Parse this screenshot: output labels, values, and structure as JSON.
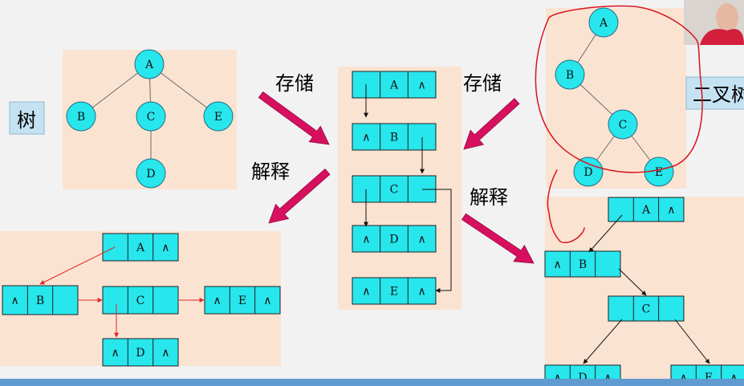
{
  "colors": {
    "background": "#f2f2f2",
    "panel": "#fbe3d2",
    "node_fill": "#27e6ec",
    "node_stroke": "#1f6f86",
    "arrow_pink": "#d6105e",
    "red_link": "#e0262a",
    "annotation_red": "#d8141c",
    "label_box": "#c4e2f1"
  },
  "labels": {
    "tree": "树",
    "binary_tree": "二叉树",
    "store_left": "存储",
    "store_right": "存储",
    "interpret_left": "解释",
    "interpret_right": "解释"
  },
  "tree": {
    "nodes": [
      "A",
      "B",
      "C",
      "E",
      "D"
    ]
  },
  "storage": {
    "rows": [
      {
        "left": "",
        "mid": "A",
        "right": "∧"
      },
      {
        "left": "∧",
        "mid": "B",
        "right": ""
      },
      {
        "left": "",
        "mid": "C",
        "right": ""
      },
      {
        "left": "∧",
        "mid": "D",
        "right": "∧"
      },
      {
        "left": "∧",
        "mid": "E",
        "right": "∧"
      }
    ]
  },
  "tree_linked": {
    "nodes": [
      {
        "left": "",
        "mid": "A",
        "right": "∧"
      },
      {
        "left": "∧",
        "mid": "B",
        "right": ""
      },
      {
        "left": "",
        "mid": "C",
        "right": ""
      },
      {
        "left": "∧",
        "mid": "E",
        "right": "∧"
      },
      {
        "left": "∧",
        "mid": "D",
        "right": "∧"
      }
    ]
  },
  "binary_tree": {
    "nodes": [
      "A",
      "B",
      "C",
      "D",
      "E"
    ]
  },
  "binary_linked": {
    "nodes": [
      {
        "left": "",
        "mid": "A",
        "right": "∧"
      },
      {
        "left": "∧",
        "mid": "B",
        "right": ""
      },
      {
        "left": "",
        "mid": "C",
        "right": ""
      },
      {
        "left": "∧",
        "mid": "D",
        "right": "∧"
      },
      {
        "left": "∧",
        "mid": "E",
        "right": "∧"
      }
    ]
  }
}
